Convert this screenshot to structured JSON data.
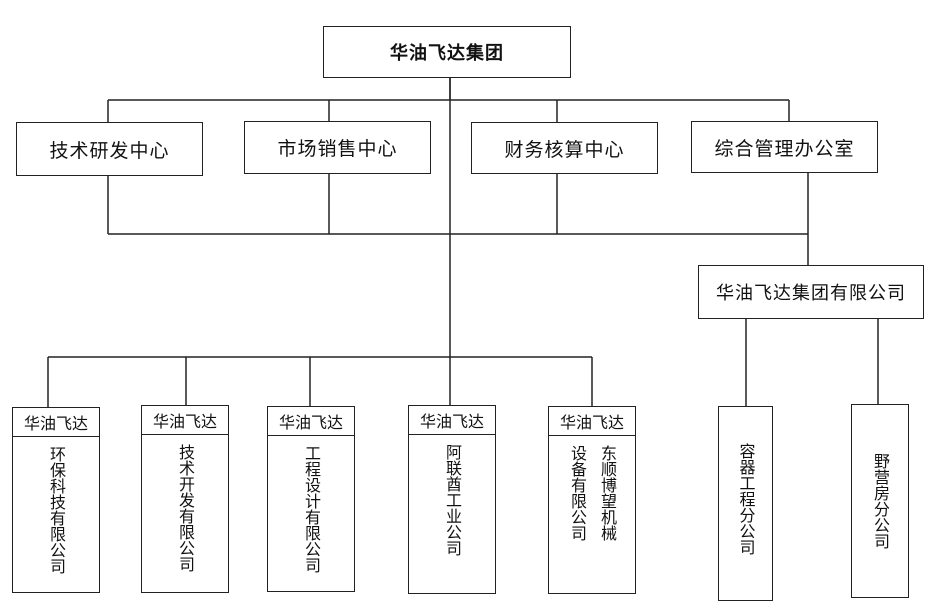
{
  "root": "华油飞达集团",
  "departments": [
    "技术研发中心",
    "市场销售中心",
    "财务核算中心",
    "综合管理办公室"
  ],
  "company": "华油飞达集团有限公司",
  "subsidiaries": [
    {
      "header": "华油飞达",
      "name": "环保科技有限公司"
    },
    {
      "header": "华油飞达",
      "name": "技术开发有限公司"
    },
    {
      "header": "华油飞达",
      "name": "工程设计有限公司"
    },
    {
      "header": "华油飞达",
      "name": "阿联酋工业公司"
    },
    {
      "header": "华油飞达",
      "name_col1": "东顺博望机械",
      "name_col2": "设备有限公司"
    }
  ],
  "branches": [
    "容器工程分公司",
    "野营房分公司"
  ]
}
